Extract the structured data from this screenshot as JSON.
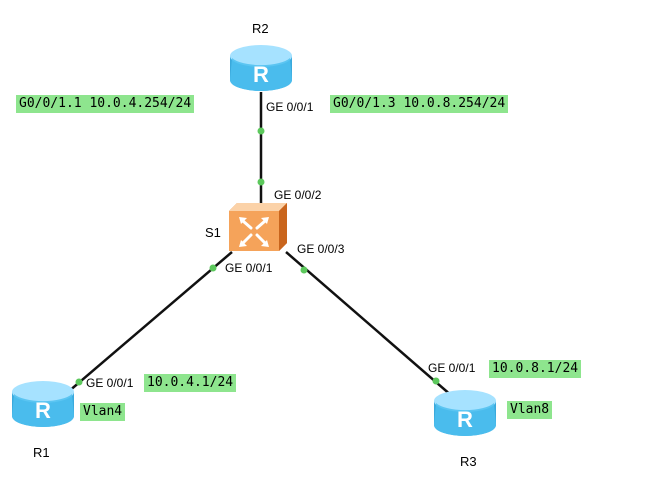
{
  "colors": {
    "router_body": "#4ec0f0",
    "router_top": "#a6e2ff",
    "switch_body": "#f5a35a",
    "link": "#111111",
    "port_dot": "#5cc85c",
    "tag_bg": "#8ee58e"
  },
  "nodes": {
    "r2": {
      "name": "R2",
      "icon": "router-icon"
    },
    "s1": {
      "name": "S1",
      "icon": "switch-icon"
    },
    "r1": {
      "name": "R1",
      "icon": "router-icon"
    },
    "r3": {
      "name": "R3",
      "icon": "router-icon"
    }
  },
  "ports": {
    "r2_g001": "GE 0/0/1",
    "s1_g002": "GE 0/0/2",
    "s1_g003": "GE 0/0/3",
    "s1_g001": "GE 0/0/1",
    "r1_g001": "GE 0/0/1",
    "r3_g001": "GE 0/0/1"
  },
  "tags": {
    "r2_sub1": "G0/0/1.1 10.0.4.254/24",
    "r2_sub3": "G0/0/1.3 10.0.8.254/24",
    "r1_ip": "10.0.4.1/24",
    "r1_vlan": "Vlan4",
    "r3_ip": "10.0.8.1/24",
    "r3_vlan": "Vlan8"
  }
}
